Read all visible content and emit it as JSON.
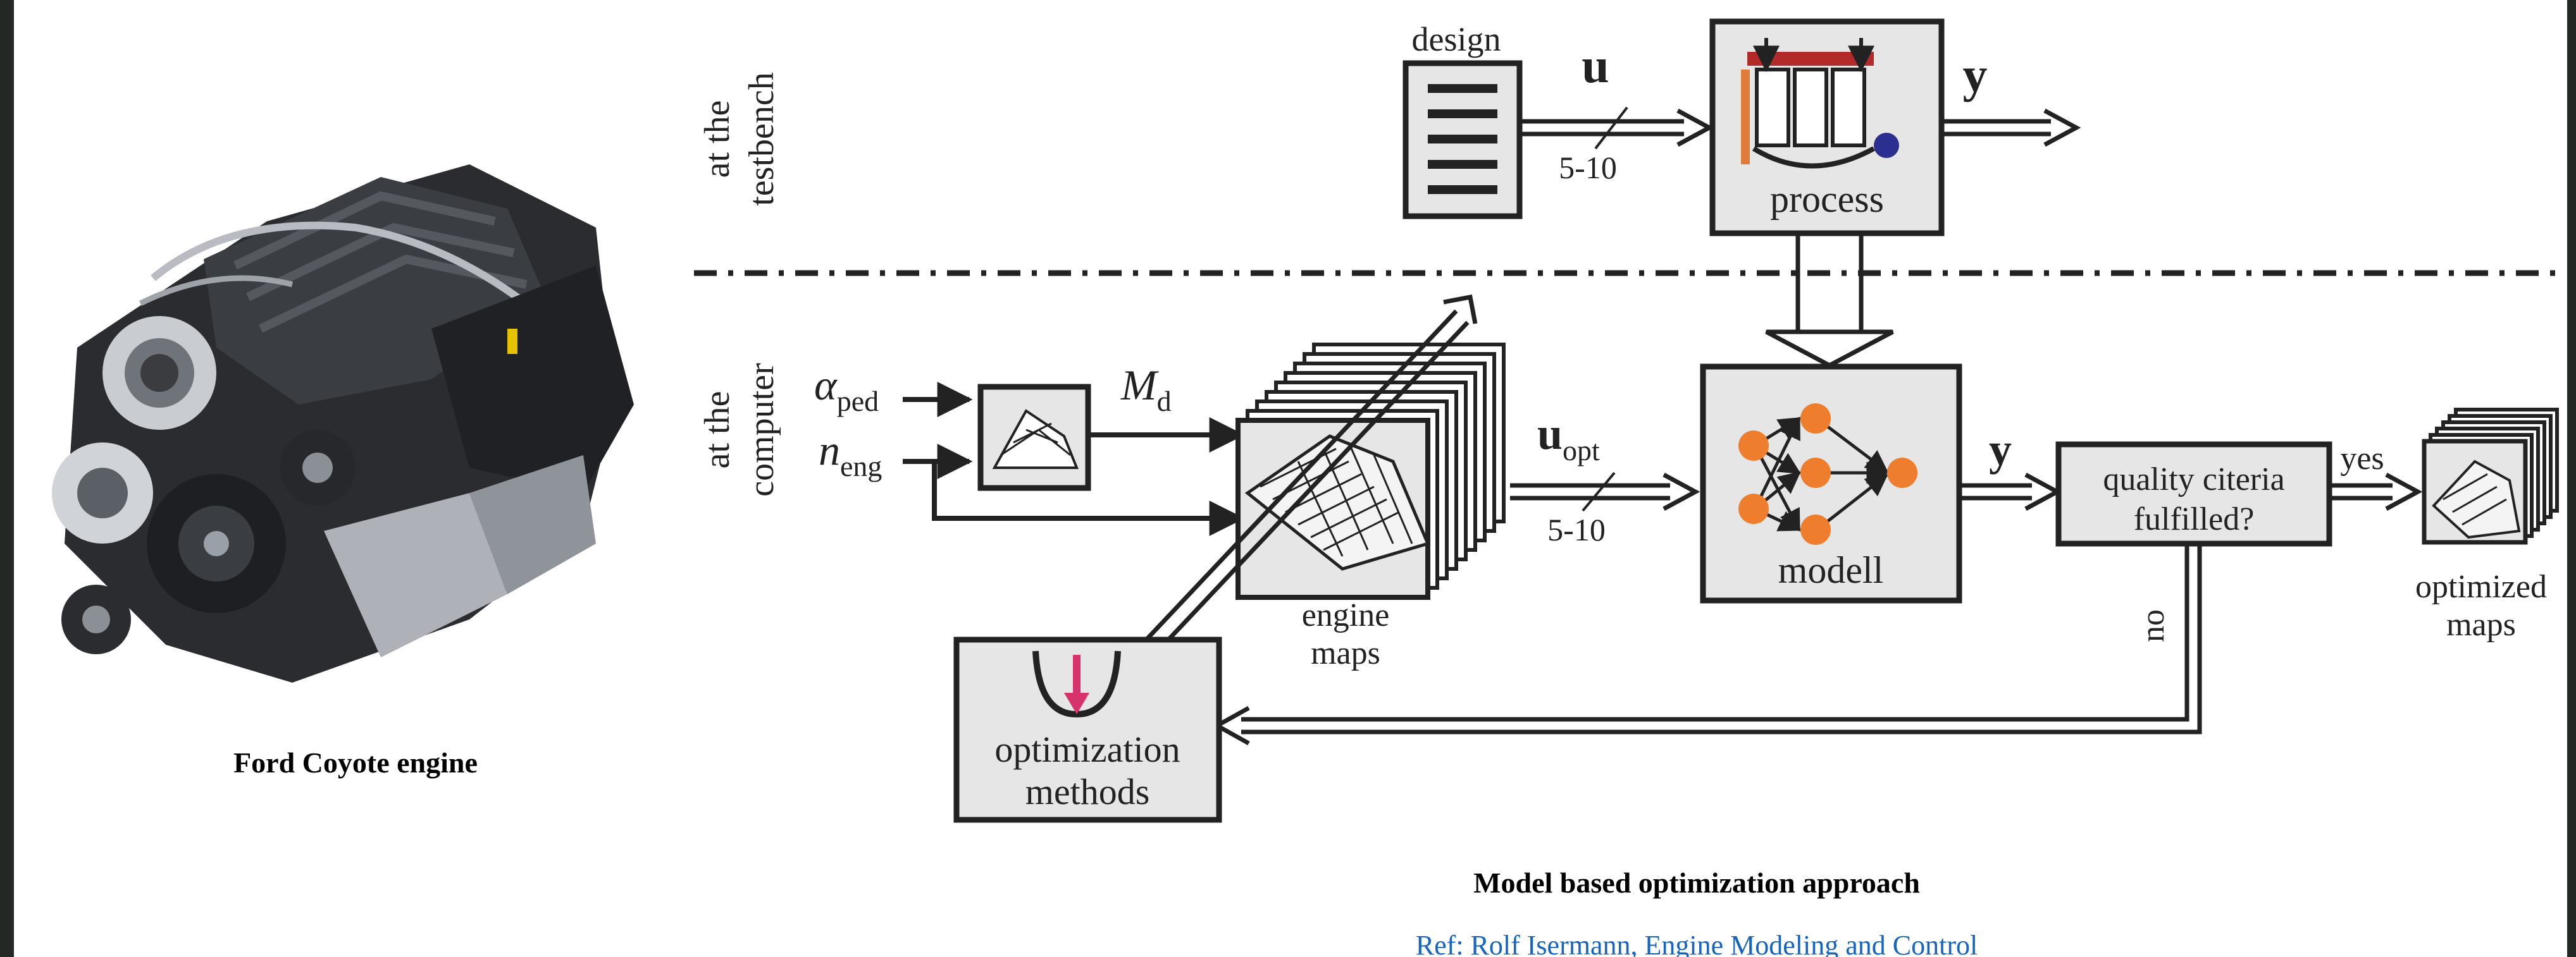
{
  "engine_image": {
    "caption": "Ford Coyote engine",
    "icon": "v8-engine-photo-icon"
  },
  "diagram": {
    "caption": "Model based optimization approach",
    "reference": "Ref: Rolf Isermann, Engine Modeling and Control",
    "regions": {
      "testbench": [
        "at the",
        "testbench"
      ],
      "computer": [
        "at the",
        "computer"
      ]
    },
    "labels": {
      "design": "design",
      "u": "u",
      "five_ten": "5-10",
      "y": "y",
      "process": "process",
      "alpha": "α",
      "ped": "ped",
      "n": "n",
      "eng": "eng",
      "M": "M",
      "d": "d",
      "engine_maps": [
        "engine",
        "maps"
      ],
      "u_opt_sub": "opt",
      "modell": "modell",
      "quality": [
        "quality citeria",
        "fulfilled?"
      ],
      "yes": "yes",
      "no": "no",
      "optimized_maps": [
        "optimized",
        "maps"
      ],
      "optimization_methods": [
        "optimization",
        "methods"
      ]
    },
    "colors": {
      "box_fill": "#e6e6e6",
      "node": "#ee7e2d",
      "arrow_accent": "#d6336c",
      "process_red": "#b32a2a",
      "process_orange": "#e07b39",
      "process_blue": "#2b2f8f"
    }
  }
}
